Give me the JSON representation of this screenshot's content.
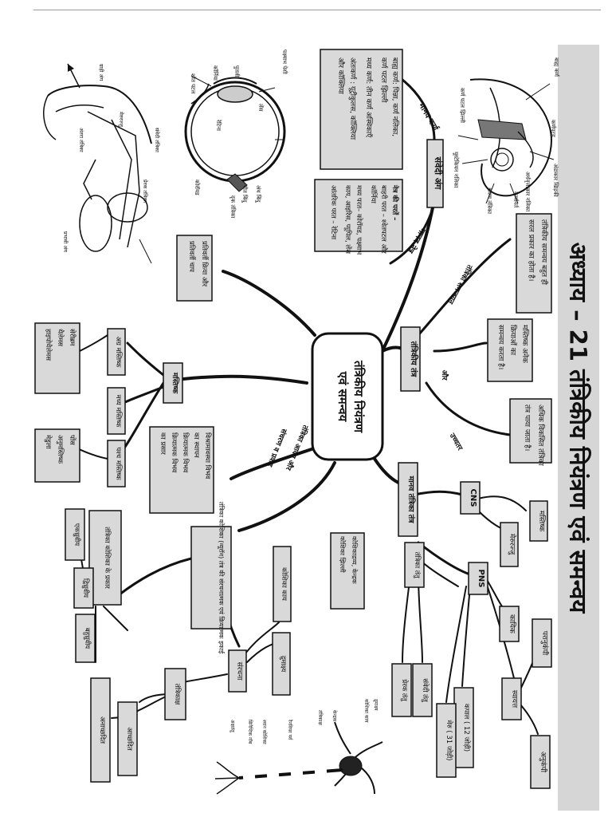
{
  "title": "अध्याय – 21 तंत्रिकीय नियंत्रण एवं समन्वय",
  "center": [
    "तंत्रिकीय नियंत्रण",
    "एवं समन्वय"
  ],
  "sense_organs": {
    "label": "संवेदी अंग",
    "ear_branch": "मानव कर्ण",
    "eye_branch": "मानव नेत्र",
    "ear_parts": [
      "बाह्य कर्ण: पिन्ना, कर्ण नलिका,",
      "कर्ण पटल झिल्ली",
      "मध्य कर्ण: तीन कर्ण अस्थिकाएँ",
      "अंतःकर्ण : यूट्रीकुलस, कॉक्लिया",
      "और कॉक्लिया"
    ],
    "eye_parts": [
      "नेत्र की परतें –",
      "बाहरी परत – श्वेतपटल और",
      "कॉर्निया",
      "मध्य परत– कोरॉयड, पक्ष्माभ",
      "काय, आइरिस, प्यूपिल, लेंस",
      "आंतरिक परत – रेटिना"
    ]
  },
  "nervous_system": {
    "label": "तंत्रिकीय तंत्र",
    "functions_branch": "तंत्रिका समन्वयन",
    "function_1": [
      "तंत्रिकीय समन्वय बहुत ही",
      "सरल प्रकार का होता है।"
    ],
    "and_branch": "और",
    "function_2": [
      "मस्तिष्क अनेक",
      "क्रियाओं का",
      "समन्वय करता है।"
    ],
    "higher_branch": "उच्चतर",
    "function_3": [
      "अधिक विकसित तंत्रिका",
      "तंत्र पाया जाता है।"
    ]
  },
  "human_ns": {
    "label": "मानव तंत्रिका तंत्र",
    "cns": "CNS",
    "pns": "PNS",
    "brain": "मस्तिष्क",
    "spinal": "मेरुरज्जु",
    "somatic": "कायिक",
    "autonomic": "स्वायत्त",
    "sympathetic": "अनुकंपी",
    "parasympathetic": "परानुकंपी",
    "nerves": "तंत्रिका तंतु",
    "cranial": "कपाल ( 12 जोड़ी)",
    "spinal_pairs": "मेरु ( 31 जोड़ी)",
    "sensory": "संवेदी तंतु",
    "motor": "प्रेरक तंतु"
  },
  "neuron": {
    "label": "तंत्रिका कोशिका (न्यूरॉन) तंत्र की संरचनात्मक एवं क्रियात्मक इकाई",
    "structure": "संरचना",
    "cell_body": "कोशिका काय",
    "cytoplasm": [
      "कोशिकाद्रव्य, केन्द्रक",
      "कोशिका झिल्ली"
    ],
    "dendrites": "द्रुमाक्ष्य",
    "types": "तंत्रिका कोशिका के प्रकार",
    "unipolar": "एकध्रुवीय",
    "bipolar": "द्विध्रुवीय",
    "multipolar": "बहुध्रुवीय",
    "axon": "तंत्रिकाक्ष",
    "myelinated": "आच्छदित",
    "nonmyelinated": "अनाच्छदित"
  },
  "impulse": {
    "branch_1": "तंत्रिका आवेग और",
    "branch_2": "संचरण व प्रवाह",
    "items": [
      "विश्रामावस्था विभव",
      "का स्थापन",
      "क्रियात्मक विभव",
      "क्रियात्मक विभव",
      "का प्रसार"
    ]
  },
  "brain": {
    "label": "मस्तिष्क",
    "fore": "अग्र मस्तिष्क",
    "mid": "मध्य मस्तिष्क",
    "hind": "पश्च मस्तिष्क",
    "fore_parts": [
      "सेरीब्रम",
      "थैलेमस",
      "हाइपोथैलेमस"
    ],
    "hind_parts": [
      "पोंस",
      "अनुमस्तिष्क",
      "मेडुला"
    ]
  },
  "reflex": [
    "प्रतिवर्ती क्रिया और",
    "प्रतिवर्ती चाप"
  ],
  "ear_labels": [
    "बाह्य कर्ण",
    "कर्णपटह",
    "अंडाकार खिड़की",
    "अर्धवृत्ताकार नलिका",
    "कर्णावर्त",
    "श्रवण तंत्रिका",
    "यूस्टेकियन नलिका",
    "कर्ण पटल झिल्ली"
  ],
  "eye_labels": [
    "पक्ष्माभ पेशी",
    "पुतली",
    "कॉर्निया",
    "लेंस",
    "रेटिना",
    "अंध बिंदु",
    "पीत बिंदु",
    "दृक तंत्रिका",
    "कोरॉयड",
    "श्वेत पटल"
  ],
  "reflex_labels": [
    "संवेदी तंत्रिका",
    "प्रेरक तंत्रिका",
    "मेरुरज्जु",
    "अंतरा तंत्रिका",
    "ग्राही अंग",
    "प्रभावी अंग"
  ],
  "neuron_labels": [
    "द्रुमाक्ष्य",
    "कोशिका काय",
    "केन्द्रक",
    "तंत्रिकाक्ष",
    "रैनवियर पर्व",
    "श्वान कोशिका",
    "सिनैप्टिक नॉब",
    "अक्षतंतु"
  ]
}
